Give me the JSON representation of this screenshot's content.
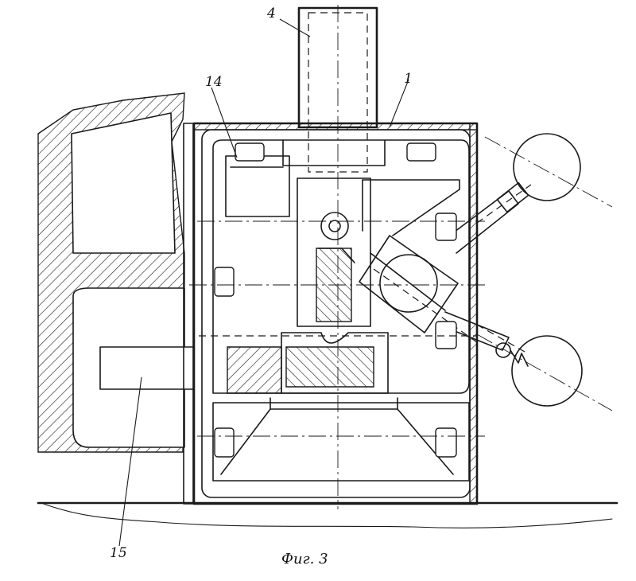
{
  "figure": {
    "caption": "Фиг. 3",
    "labels": {
      "rod": "4",
      "housing": "1",
      "block": "14",
      "bracket": "15"
    }
  }
}
